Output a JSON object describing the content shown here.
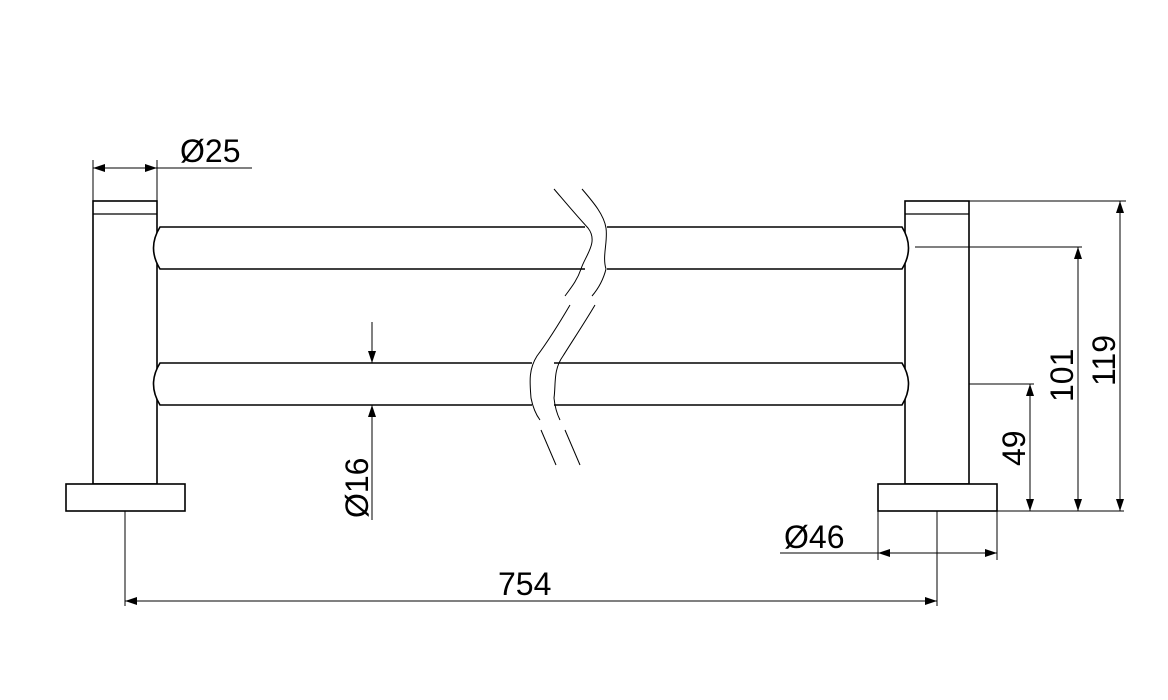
{
  "drawing": {
    "dimensions": {
      "bar_diameter": "Ø25",
      "tube_diameter": "Ø16",
      "base_diameter": "Ø46",
      "overall_length": "754",
      "height_lower_rail": "49",
      "height_upper_rail": "101",
      "total_height": "119"
    },
    "colors": {
      "line": "#000000",
      "background": "#ffffff"
    }
  }
}
